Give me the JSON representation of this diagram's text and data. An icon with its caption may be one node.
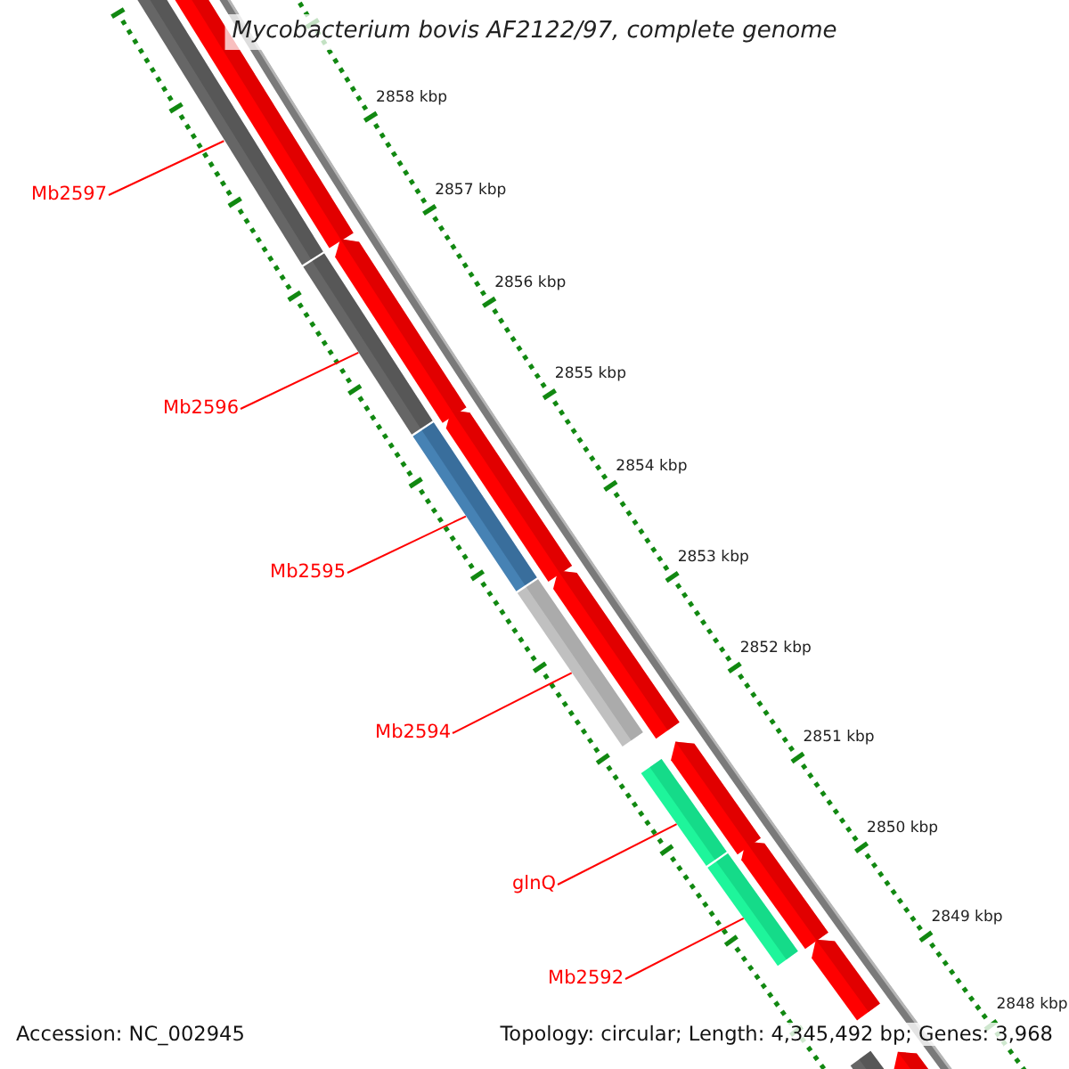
{
  "diagram": {
    "title": "Mycobacterium bovis AF2122/97, complete genome",
    "nodes": [
      {
        "text": [
          "Mb2597"
        ]
      },
      {
        "text": [
          "Mb2596"
        ]
      },
      {
        "text": [
          "Mb2595"
        ]
      },
      {
        "text": [
          "Mb2594"
        ]
      },
      {
        "text": [
          "glnQ"
        ]
      },
      {
        "text": [
          "Mb2592"
        ]
      },
      {
        "text": [],
        "shape": "bar"
      },
      {
        "text": [],
        "shape": "bar"
      },
      {
        "text": [],
        "shape": "bar"
      },
      {
        "text": [],
        "shape": "bar"
      },
      {
        "text": [],
        "shape": "bar"
      },
      {
        "text": [],
        "shape": "bar"
      },
      {
        "text": [],
        "shape": "bar"
      },
      {
        "text": [],
        "shape": "arrow"
      },
      {
        "text": [],
        "shape": "arrow"
      },
      {
        "text": [],
        "shape": "arrow"
      },
      {
        "text": [],
        "shape": "arrow"
      },
      {
        "text": [],
        "shape": "arrow"
      },
      {
        "text": [],
        "shape": "arrow"
      },
      {
        "text": [],
        "shape": "arrow"
      },
      {
        "text": [],
        "shape": "arrow"
      }
    ],
    "edges": [
      {
        "from": 0,
        "to": 6,
        "arrow": "none"
      },
      {
        "from": 1,
        "to": 7,
        "arrow": "none"
      },
      {
        "from": 2,
        "to": 8,
        "arrow": "none"
      },
      {
        "from": 3,
        "to": 9,
        "arrow": "none"
      },
      {
        "from": 4,
        "to": 10,
        "arrow": "none"
      },
      {
        "from": 5,
        "to": 11,
        "arrow": "none"
      }
    ],
    "labels": [
      "2858 kbp",
      "2857 kbp",
      "2856 kbp",
      "2855 kbp",
      "2854 kbp",
      "2853 kbp",
      "2852 kbp",
      "2851 kbp",
      "2850 kbp",
      "2849 kbp",
      "2848 kbp",
      "Accession: NC_002945",
      "Topology: circular; Length: 4,345,492 bp; Genes: 3,968"
    ]
  }
}
